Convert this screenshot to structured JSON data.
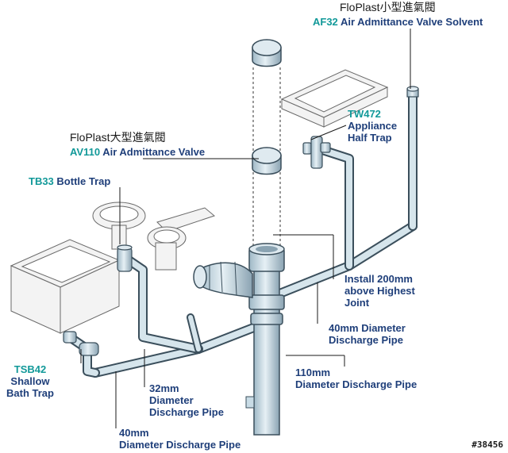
{
  "labels": {
    "af32_brand": "FloPlast小型進氣閥",
    "af32_code": "AF32",
    "af32_name": "Air Admittance Valve Solvent",
    "av110_brand": "FloPlast大型進氣閥",
    "av110_code": "AV110",
    "av110_name": "Air Admittance Valve",
    "tw472_code": "TW472",
    "tw472_line1": "Appliance",
    "tw472_line2": "Half Trap",
    "tb33_code": "TB33",
    "tb33_name": "Bottle Trap",
    "install_line1": "Install 200mm",
    "install_line2": "above Highest",
    "install_line3": "Joint",
    "d40_line1": "40mm Diameter",
    "d40_line2": "Discharge Pipe",
    "d110_line1": "110mm",
    "d110_line2": "Diameter Discharge Pipe",
    "tsb42_code": "TSB42",
    "tsb42_line1": "Shallow",
    "tsb42_line2": "Bath Trap",
    "d32_line1": "32mm",
    "d32_line2": "Diameter",
    "d32_line3": "Discharge Pipe",
    "d40b_line1": "40mm",
    "d40b_line2": "Diameter Discharge Pipe"
  },
  "watermark": "#38456",
  "colors": {
    "pipe_fill": "#c9dce6",
    "pipe_edge": "#3b4f5c",
    "code_text": "#129999",
    "label_text": "#1f3f7a",
    "fixture_fill": "#f2f2f2"
  }
}
